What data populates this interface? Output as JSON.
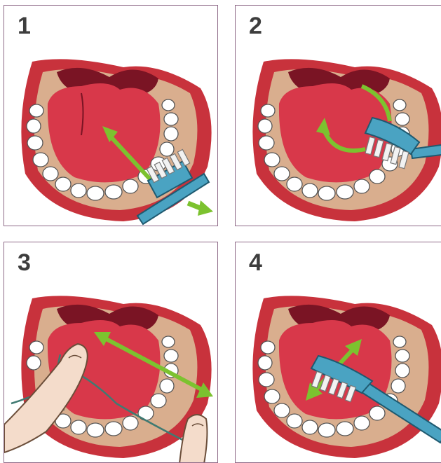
{
  "steps": [
    {
      "number": "1",
      "action_icon": "brush-gumline-sweep-icon"
    },
    {
      "number": "2",
      "action_icon": "brush-circular-motion-icon"
    },
    {
      "number": "3",
      "action_icon": "floss-icon"
    },
    {
      "number": "4",
      "action_icon": "brush-back-and-forth-icon"
    }
  ],
  "colors": {
    "panel_border": "#8e6a88",
    "lip": "#c8323c",
    "gum": "#d9ae8e",
    "tongue": "#d8384a",
    "throat": "#7a1424",
    "teeth": "#ffffff",
    "arrow": "#7cc22f",
    "brush": "#4aa3c2",
    "bristles": "#f2f2f2",
    "floss": "#3f7a72",
    "skin": "#f4dccb",
    "number": "#3d3d3d"
  }
}
